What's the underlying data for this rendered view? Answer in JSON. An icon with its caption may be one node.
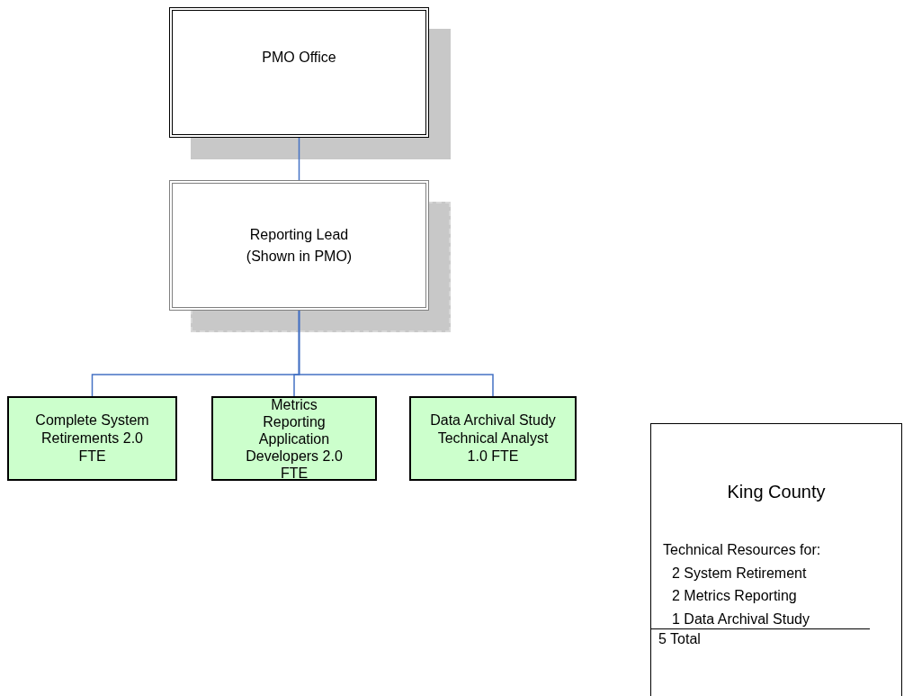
{
  "diagram": {
    "nodes": [
      {
        "text": [
          "PMO Office"
        ]
      },
      {
        "text": [
          "Reporting Lead (Shown in PMO)"
        ]
      },
      {
        "text": [
          "Complete System Retirements 2.0 FTE"
        ]
      },
      {
        "text": [
          "Metrics Reporting Application Developers 2.0 FTE"
        ]
      },
      {
        "text": [
          "Data Archival Study Technical Analyst 1.0 FTE"
        ]
      },
      {
        "text": [
          "King County",
          "Technical Resources for:",
          "2 System Retirement",
          "2 Metrics Reporting",
          "1 Data Archival Study",
          "5 Total"
        ]
      }
    ],
    "edges": [
      {
        "from": 0,
        "to": 1,
        "arrow": "none"
      },
      {
        "from": 1,
        "to": 2,
        "arrow": "none"
      },
      {
        "from": 1,
        "to": 3,
        "arrow": "none"
      },
      {
        "from": 1,
        "to": 4,
        "arrow": "none"
      }
    ]
  }
}
